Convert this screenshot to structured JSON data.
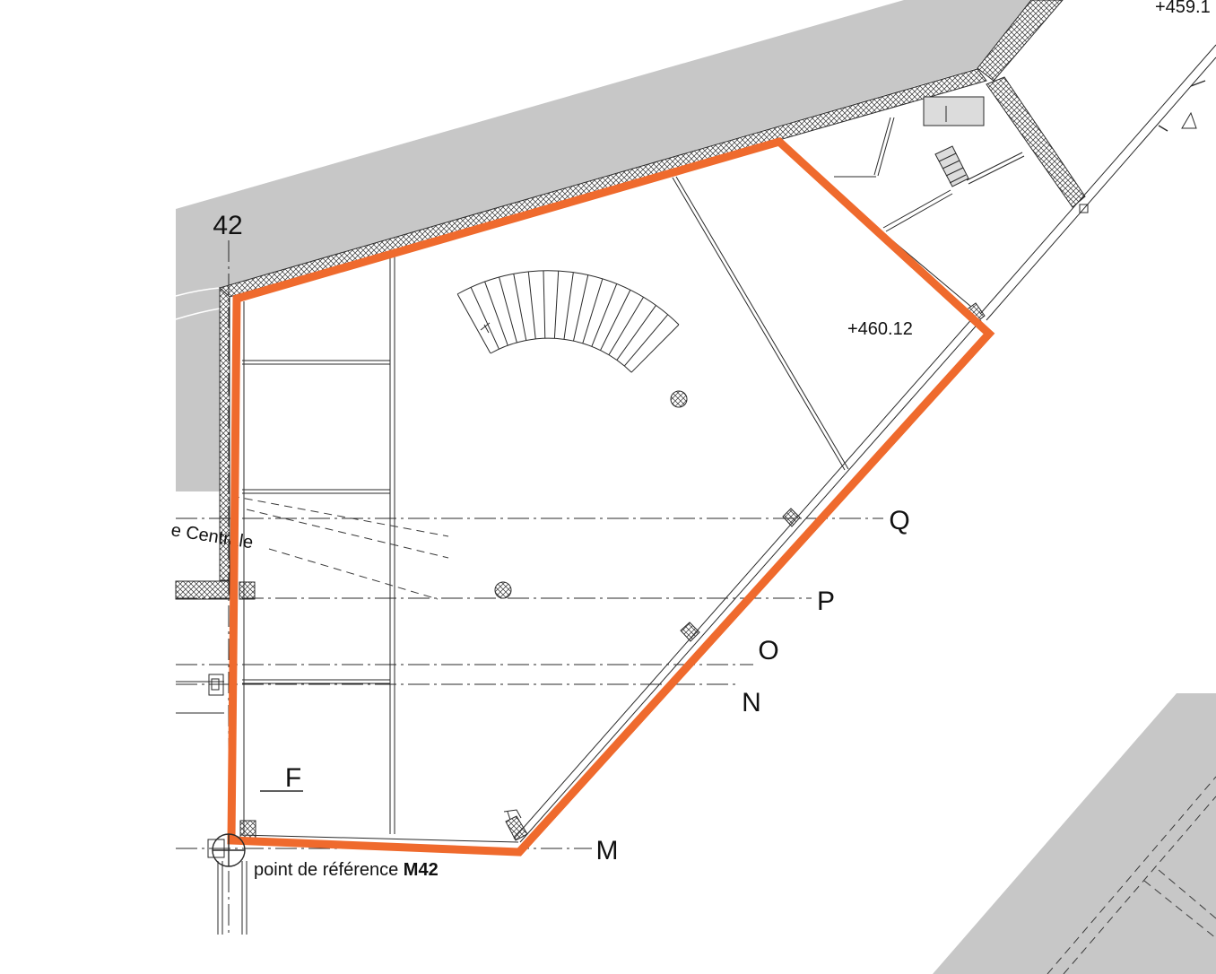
{
  "labels": {
    "axis_42": "42",
    "axis_q": "Q",
    "axis_p": "P",
    "axis_o": "O",
    "axis_n": "N",
    "axis_m": "M",
    "room_f": "F",
    "elevation_main": "+460.12",
    "elevation_top": "+459.1",
    "street": "e Centrale",
    "reference_prefix": "point de référence ",
    "reference_code": "M42"
  },
  "colors": {
    "outline": "#EF6A2D",
    "fill_gray": "#C7C7C7",
    "fill_light": "#DCDCDC"
  }
}
